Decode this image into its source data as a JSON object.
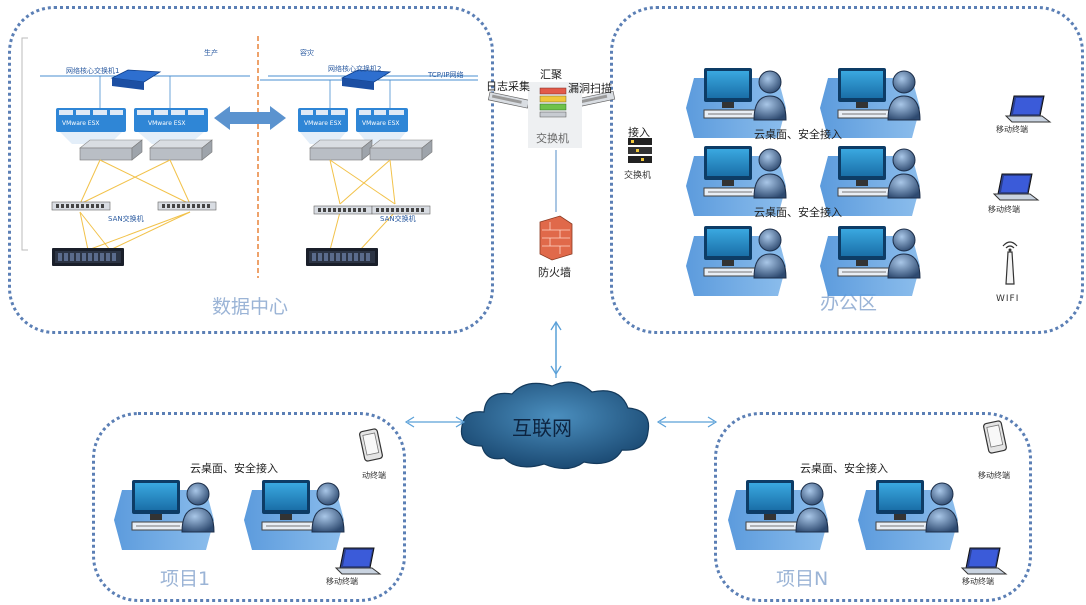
{
  "zones": {
    "datacenter": {
      "label": "数据中心"
    },
    "office": {
      "label": "办公区"
    },
    "project1": {
      "label": "项目1"
    },
    "projectN": {
      "label": "项目N"
    }
  },
  "datacenter": {
    "section_production": "生产",
    "section_dr": "容灾",
    "network_tcpip": "TCP/IP网络",
    "core_switch_1": "网络核心交换机1",
    "core_switch_2": "网络核心交换机2",
    "esx_label": "VMware ESX",
    "san_switch_left": "SAN交换机",
    "san_switch_right": "SAN交换机"
  },
  "center": {
    "log_collect": "日志采集",
    "aggregation": "汇聚",
    "vuln_scan": "漏洞扫描",
    "switch_label": "交换机",
    "firewall_label": "防火墙",
    "internet_label": "互联网"
  },
  "office": {
    "access_label": "接入",
    "access_switch": "交换机",
    "desktop_access_1": "云桌面、安全接入",
    "desktop_access_2": "云桌面、安全接入",
    "mobile_1": "移动终端",
    "mobile_2": "移动终端",
    "wifi": "WIFI"
  },
  "project1": {
    "desktop_access": "云桌面、安全接入",
    "mobile_phone": "动终端",
    "mobile_laptop": "移动终端"
  },
  "projectN": {
    "desktop_access": "云桌面、安全接入",
    "mobile_phone": "移动终端",
    "mobile_laptop": "移动终端"
  },
  "colors": {
    "zone_border": "#5b7fb5",
    "zone_label": "#9bb4d6",
    "monitor": "#1f8fc8",
    "user": "#2e4a70",
    "cloud": "#2c6a99",
    "arrow": "#5aa0d8",
    "orange_divider": "#e8833a"
  }
}
